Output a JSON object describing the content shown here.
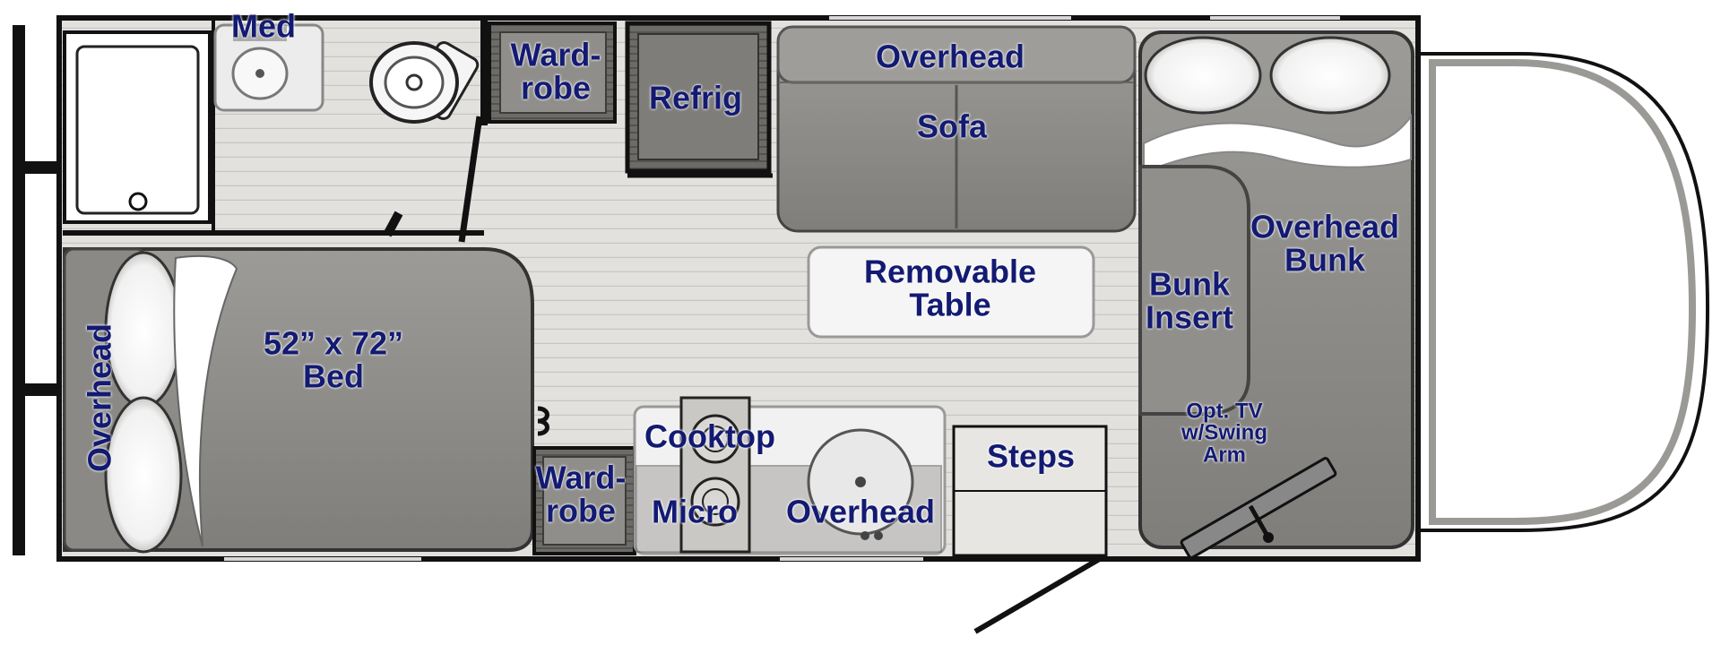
{
  "labels": {
    "med": "Med",
    "wardrobe_top": [
      "Ward-",
      "robe"
    ],
    "refrig": "Refrig",
    "overhead_top": "Overhead",
    "sofa": "Sofa",
    "overhead_bunk": [
      "Overhead",
      "Bunk"
    ],
    "removable_table": [
      "Removable",
      "Table"
    ],
    "bunk_insert": [
      "Bunk",
      "Insert"
    ],
    "bed": [
      "52” x 72”",
      "Bed"
    ],
    "overhead_rear": "Overhead",
    "cooktop": "Cooktop",
    "wardrobe_bottom": [
      "Ward-",
      "robe"
    ],
    "micro": "Micro",
    "overhead_galley": "Overhead",
    "steps": "Steps",
    "opt_tv": [
      "Opt. TV",
      "w/Swing",
      "Arm"
    ]
  },
  "colors": {
    "outline": "#111111",
    "floor": "#e2e1de",
    "floor_line": "#c7c6c2",
    "furniture": "#8b8a86",
    "furniture_dark": "#5f5e5a",
    "counter": "#f2f2f2",
    "label": "#131a72"
  }
}
